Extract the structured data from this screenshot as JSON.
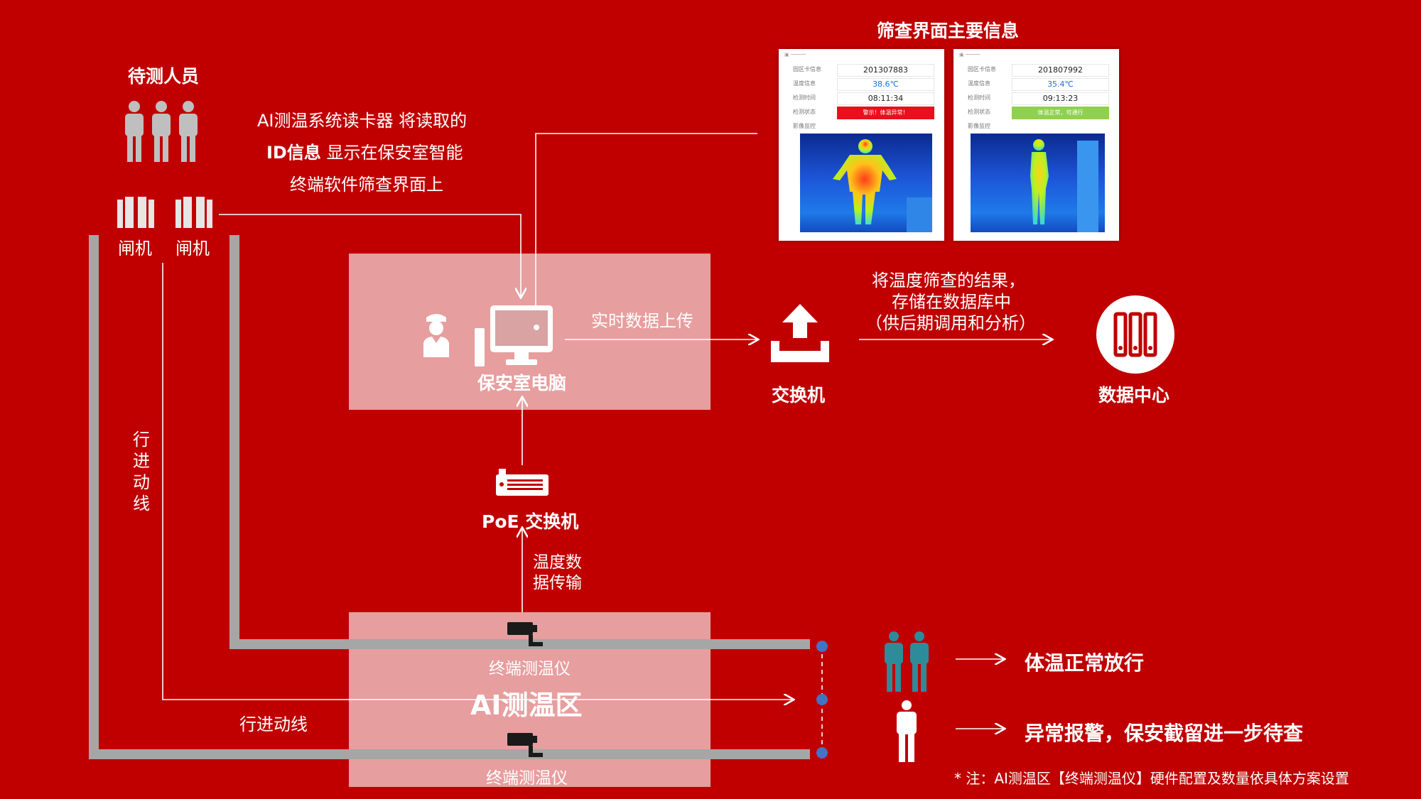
{
  "screen_info_title": "筛查界面主要信息",
  "person_title": "待测人员",
  "gate_label_1": "闸机",
  "gate_label_2": "闸机",
  "card_reader_text": {
    "line1": "AI测温系统读卡器 将读取的",
    "line2_bold": "ID信息",
    "line2_rest": " 显示在保安室智能",
    "line3": "终端软件筛查界面上"
  },
  "security_pc_label": "保安室电脑",
  "realtime_upload_label": "实时数据上传",
  "switch_label": "交换机",
  "storage_text": {
    "line1": "将温度筛查的结果，",
    "line2": "存储在数据库中",
    "line3": "（供后期调用和分析）"
  },
  "datacenter_label": "数据中心",
  "poe_switch_label": "PoE 交换机",
  "temp_transfer_text": {
    "line1": "温度数",
    "line2": "据传输"
  },
  "walk_path_vertical": [
    "行",
    "进",
    "动",
    "线"
  ],
  "walk_path_horizontal": "行进动线",
  "terminal_label_top": "终端测温仪",
  "terminal_label_bottom": "终端测温仪",
  "ai_zone_label": "AI测温区",
  "result_normal": "体温正常放行",
  "result_abnormal": "异常报警，保安截留进一步待查",
  "note": "* 注：AI测温区【终端测温仪】硬件配置及数量依具体方案设置",
  "panels": [
    {
      "rows": [
        {
          "key": "园区卡信息",
          "value": "201307883"
        },
        {
          "key": "温度信息",
          "value": "38.6℃"
        },
        {
          "key": "检测时间",
          "value": "08:11:34"
        },
        {
          "key": "检测状态",
          "value": "警示！体温异常！"
        },
        {
          "key": "影像监控",
          "value": ""
        }
      ]
    },
    {
      "rows": [
        {
          "key": "园区卡信息",
          "value": "201807992"
        },
        {
          "key": "温度信息",
          "value": "35.4℃"
        },
        {
          "key": "检测时间",
          "value": "09:13:23"
        },
        {
          "key": "检测状态",
          "value": "体温正常，可通行"
        },
        {
          "key": "影像监控",
          "value": ""
        }
      ]
    }
  ],
  "colors": {
    "background": "#c00000",
    "rail": "#a6a6a6",
    "node_dot": "#4472c4",
    "normal_person": "#2e8b9a",
    "alarm": "#e8101c",
    "ok": "#8fd14f"
  },
  "icons": [
    "person-group-icon",
    "gate-icon",
    "security-guard-icon",
    "computer-icon",
    "network-switch-icon",
    "data-center-icon",
    "poe-switch-icon",
    "thermal-camera-icon",
    "normal-people-icon",
    "abnormal-person-icon",
    "arrow-icon"
  ]
}
